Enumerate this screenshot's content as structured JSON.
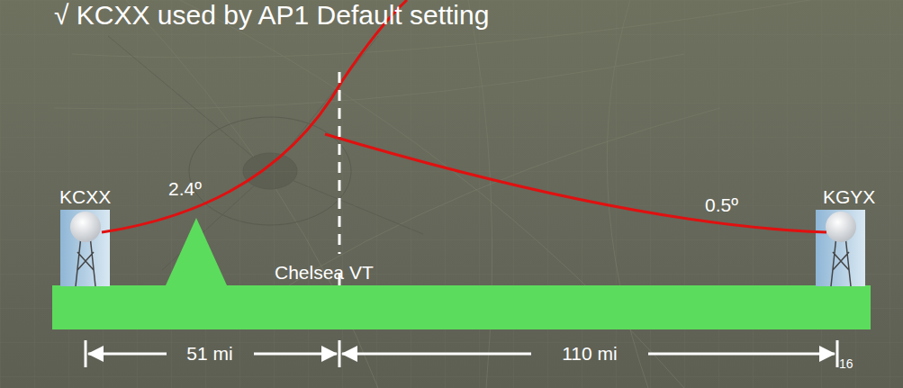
{
  "diagram": {
    "title": "√ KCXX used by AP1 Default setting",
    "labels": [
      "KCXX",
      "2.4º",
      "Chelsea VT",
      "0.5º",
      "KGYX",
      "51 mi",
      "110 mi",
      "16"
    ]
  }
}
